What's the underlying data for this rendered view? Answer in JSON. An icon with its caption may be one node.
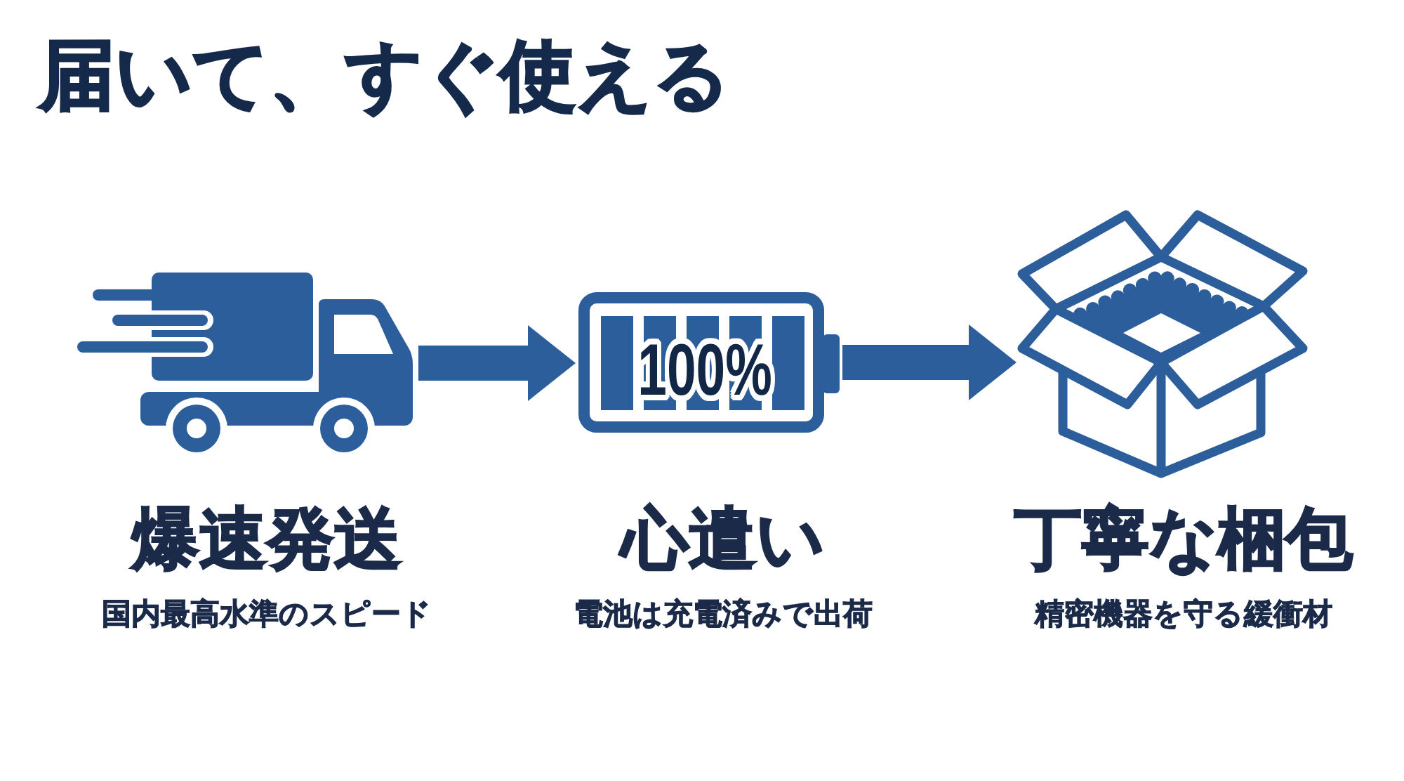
{
  "diagram": {
    "title": "届いて、すぐ使える",
    "nodes": [
      {
        "text": [],
        "shape": "picture",
        "beside": [
          "爆速発送",
          "国内最高水準のスピード"
        ]
      },
      {
        "text": [
          "100%"
        ],
        "beside": [
          "心遣い",
          "電池は充電済みで出荷"
        ]
      },
      {
        "text": [],
        "shape": "picture",
        "beside": [
          "丁寧な梱包",
          "精密機器を守る緩衝材"
        ]
      }
    ],
    "edges": [
      {
        "from": 0,
        "to": 1,
        "arrow": "to"
      },
      {
        "from": 1,
        "to": 2,
        "arrow": "to"
      }
    ]
  }
}
